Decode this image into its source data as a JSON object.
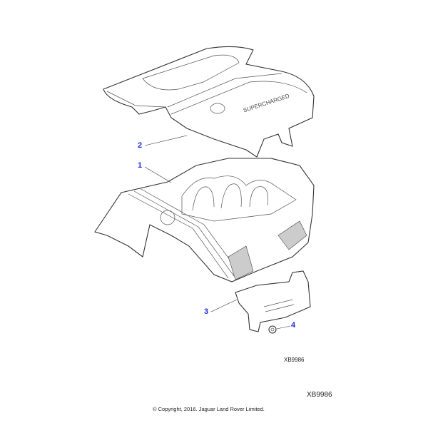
{
  "diagram": {
    "callouts": [
      "1",
      "2",
      "3",
      "4"
    ],
    "embossed_text": "SUPERCHARGED",
    "illustration_ref": "XB9986",
    "page_ref": "XB9986",
    "copyright": "© Copyright, 2016. Jaguar Land Rover Limited.",
    "callout_color": "#1a2fd6"
  }
}
